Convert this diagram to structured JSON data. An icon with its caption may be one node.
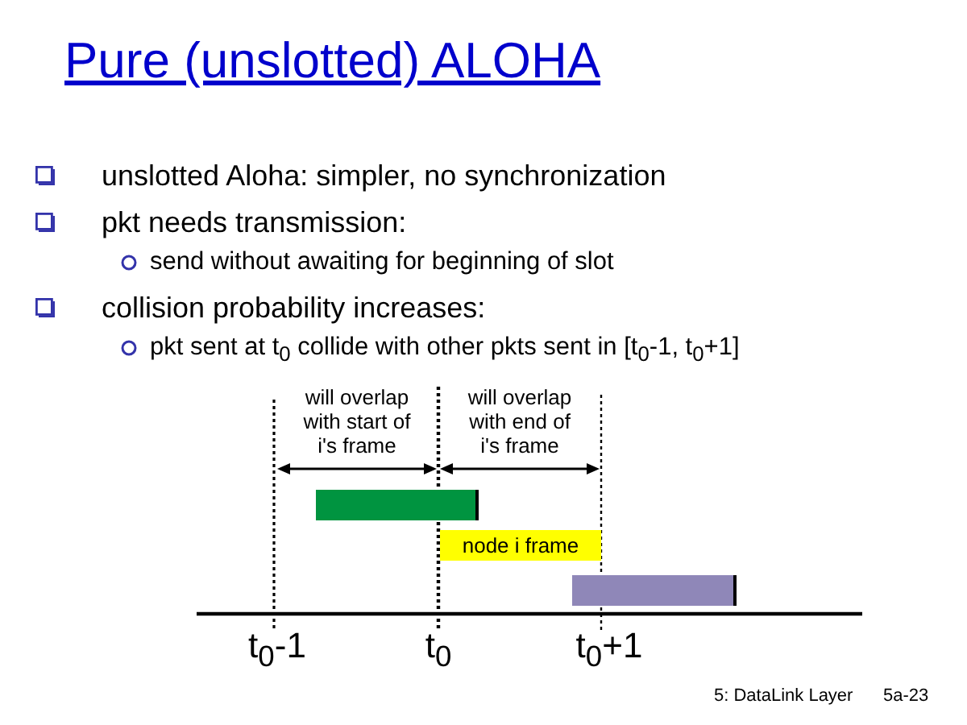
{
  "diagram": {
    "title": "Pure (unslotted) ALOHA",
    "nodes": [
      {
        "text": [],
        "shape": "bar"
      },
      {
        "text": [
          "node i frame"
        ]
      },
      {
        "text": [],
        "shape": "bar"
      }
    ],
    "labels": [
      "unslotted Aloha: simpler, no synchronization",
      "pkt needs transmission:",
      "send without awaiting for beginning of slot",
      "collision probability increases:",
      "pkt sent at t$_{0}$ collide with other pkts sent in [t$_{0}$-1, t$_{0}$+1]",
      "will overlap with start of i's frame",
      "will overlap with end of i's frame",
      "t$_{0}$-1",
      "t$_{0}$",
      "t$_{0}$+1",
      "5: DataLink Layer",
      "5a-23"
    ]
  }
}
